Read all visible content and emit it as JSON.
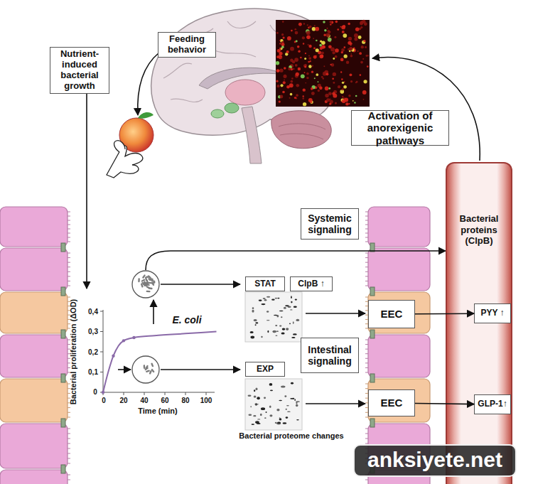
{
  "diagram": {
    "nodes": [
      {
        "text": [
          "Nutrient-induced bacterial growth"
        ]
      },
      {
        "text": [
          "Feeding behavior"
        ]
      },
      {
        "text": [
          "Activation of anorexigenic pathways"
        ]
      },
      {
        "text": [
          "Systemic signaling"
        ]
      },
      {
        "text": [
          "Bacterial proteins (ClpB)"
        ]
      },
      {
        "text": [
          "STAT"
        ]
      },
      {
        "text": [
          "ClpB ↑"
        ]
      },
      {
        "text": [
          "Intestinal signaling"
        ]
      },
      {
        "text": [
          "EXP"
        ]
      },
      {
        "text": [
          "EEC"
        ]
      },
      {
        "text": [
          "PYY ↑"
        ],
        "in": 4
      },
      {
        "text": [
          "EEC"
        ]
      },
      {
        "text": [
          "GLP-1↑"
        ],
        "in": 4
      }
    ],
    "edges": [
      {
        "from": 9,
        "to": 10,
        "arrow": "to"
      },
      {
        "from": 11,
        "to": 12,
        "arrow": "to"
      }
    ],
    "labels": [
      "E. coli",
      "Bacterial proliferation (ΔOD)",
      "0,4",
      "0,3",
      "0,2",
      "0,1",
      "0",
      "0",
      "20",
      "40",
      "60",
      "80",
      "100",
      "Time (min)",
      "Bacterial proteome changes",
      "anksiyete.net"
    ]
  }
}
